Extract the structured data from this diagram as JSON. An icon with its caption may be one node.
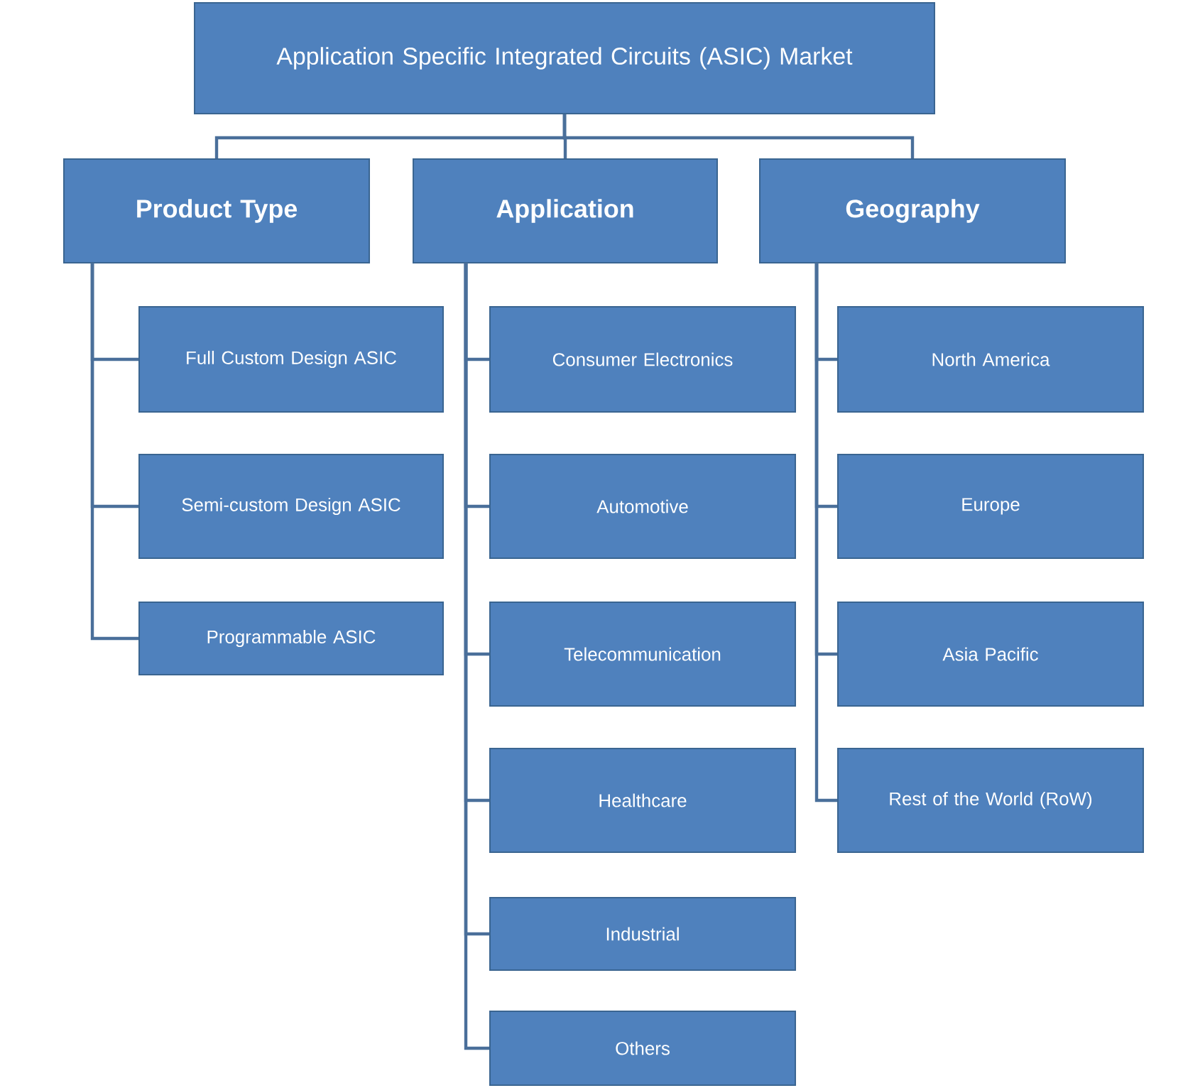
{
  "diagram": {
    "nodes": [
      {
        "text": [
          "Application Specific Integrated Circuits (ASIC) Market"
        ]
      },
      {
        "text": [
          "Product Type"
        ]
      },
      {
        "text": [
          "Application"
        ]
      },
      {
        "text": [
          "Geography"
        ]
      },
      {
        "text": [
          "Full Custom Design ASIC"
        ]
      },
      {
        "text": [
          "Semi-custom Design ASIC"
        ]
      },
      {
        "text": [
          "Programmable ASIC"
        ]
      },
      {
        "text": [
          "Consumer Electronics"
        ]
      },
      {
        "text": [
          "Automotive"
        ]
      },
      {
        "text": [
          "Telecommunication"
        ]
      },
      {
        "text": [
          "Healthcare"
        ]
      },
      {
        "text": [
          "Industrial"
        ]
      },
      {
        "text": [
          "Others"
        ]
      },
      {
        "text": [
          "North America"
        ]
      },
      {
        "text": [
          "Europe"
        ]
      },
      {
        "text": [
          "Asia Pacific"
        ]
      },
      {
        "text": [
          "Rest of the World (RoW)"
        ]
      }
    ],
    "edges": [
      {
        "from": 0,
        "to": 1,
        "arrow": "none"
      },
      {
        "from": 0,
        "to": 2,
        "arrow": "none"
      },
      {
        "from": 0,
        "to": 3,
        "arrow": "none"
      },
      {
        "from": 1,
        "to": 4,
        "arrow": "none"
      },
      {
        "from": 1,
        "to": 5,
        "arrow": "none"
      },
      {
        "from": 1,
        "to": 6,
        "arrow": "none"
      },
      {
        "from": 2,
        "to": 7,
        "arrow": "none"
      },
      {
        "from": 2,
        "to": 8,
        "arrow": "none"
      },
      {
        "from": 2,
        "to": 9,
        "arrow": "none"
      },
      {
        "from": 2,
        "to": 10,
        "arrow": "none"
      },
      {
        "from": 2,
        "to": 11,
        "arrow": "none"
      },
      {
        "from": 2,
        "to": 12,
        "arrow": "none"
      },
      {
        "from": 3,
        "to": 13,
        "arrow": "none"
      },
      {
        "from": 3,
        "to": 14,
        "arrow": "none"
      },
      {
        "from": 3,
        "to": 15,
        "arrow": "none"
      },
      {
        "from": 3,
        "to": 16,
        "arrow": "none"
      }
    ]
  }
}
